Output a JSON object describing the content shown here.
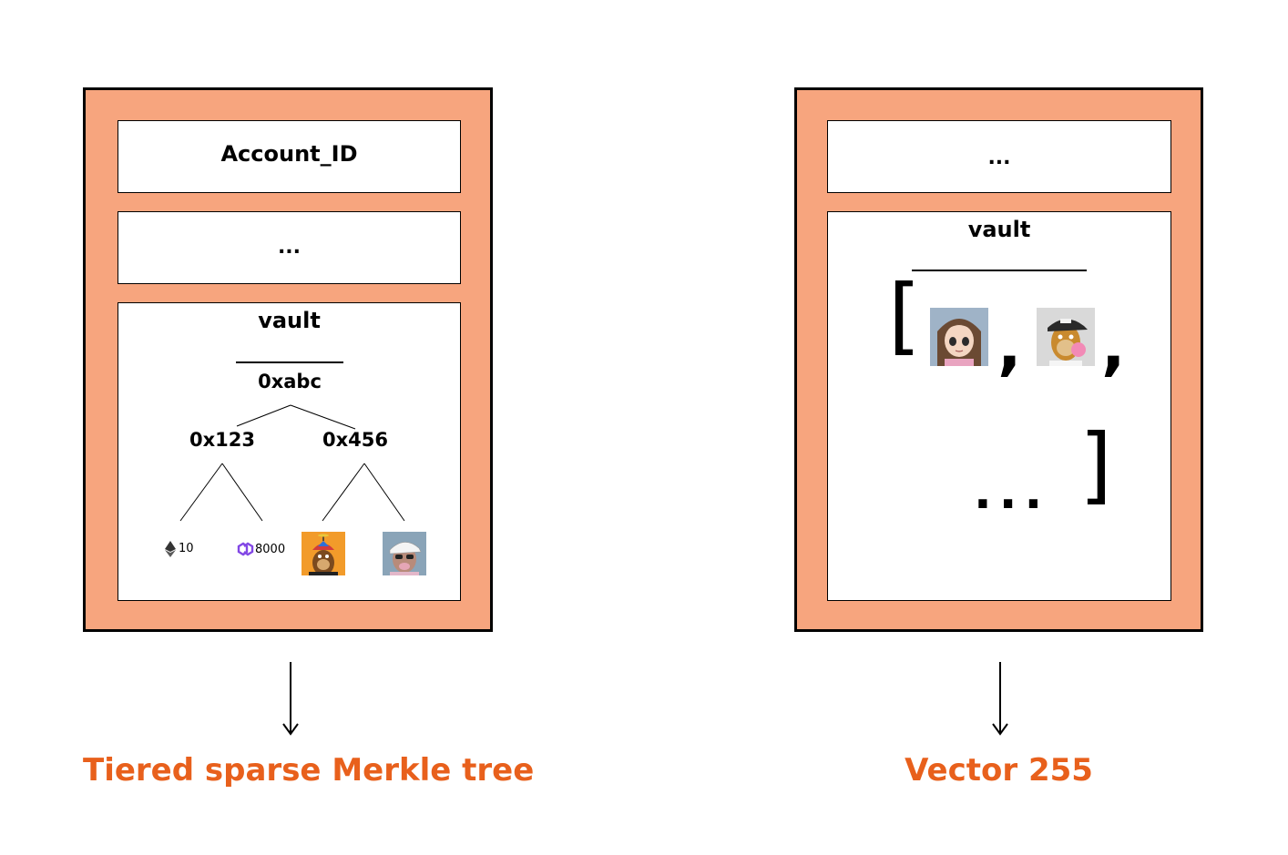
{
  "left_panel": {
    "row1_label": "Account_ID",
    "row2_label": "...",
    "vault_label": "vault",
    "root": "0xabc",
    "left_node": "0x123",
    "right_node": "0x456",
    "leaf1_value": "10",
    "leaf2_value": "8000",
    "caption": "Tiered sparse Merkle tree"
  },
  "right_panel": {
    "row1_label": "...",
    "vault_label": "vault",
    "open_bracket": "[",
    "comma": ",",
    "ellipsis": "...",
    "close_bracket": "]",
    "caption": "Vector 255"
  },
  "colors": {
    "panel_fill": "#f7a57e",
    "caption": "#e8601c",
    "polygon_purple": "#8247e5"
  },
  "icons": [
    "ethereum-icon",
    "polygon-icon",
    "nft-ape-propeller-hat",
    "nft-ape-white-cap",
    "nft-anime-girl",
    "nft-ape-bubblegum"
  ]
}
